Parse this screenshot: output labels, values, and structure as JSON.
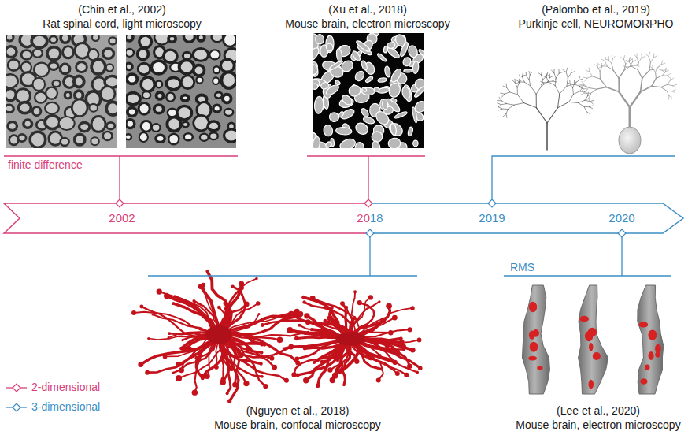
{
  "diagram": {
    "labels": [
      "(Chin et al., 2002)",
      "Rat spinal cord, light microscopy",
      "finite difference",
      "(Xu et al., 2018)",
      "Mouse brain, electron microscopy",
      "(Palombo et al., 2019)",
      "Purkinje cell, NEUROMORPHO",
      "2002",
      "2018",
      "2019",
      "2020",
      "RMS",
      "(Nguyen et al., 2018)",
      "Mouse brain, confocal microscopy",
      "(Lee et al., 2020)",
      "Mouse brain, electron microscopy"
    ],
    "legend": [
      {
        "text": "2-dimensional"
      },
      {
        "text": "3-dimensional"
      }
    ]
  }
}
